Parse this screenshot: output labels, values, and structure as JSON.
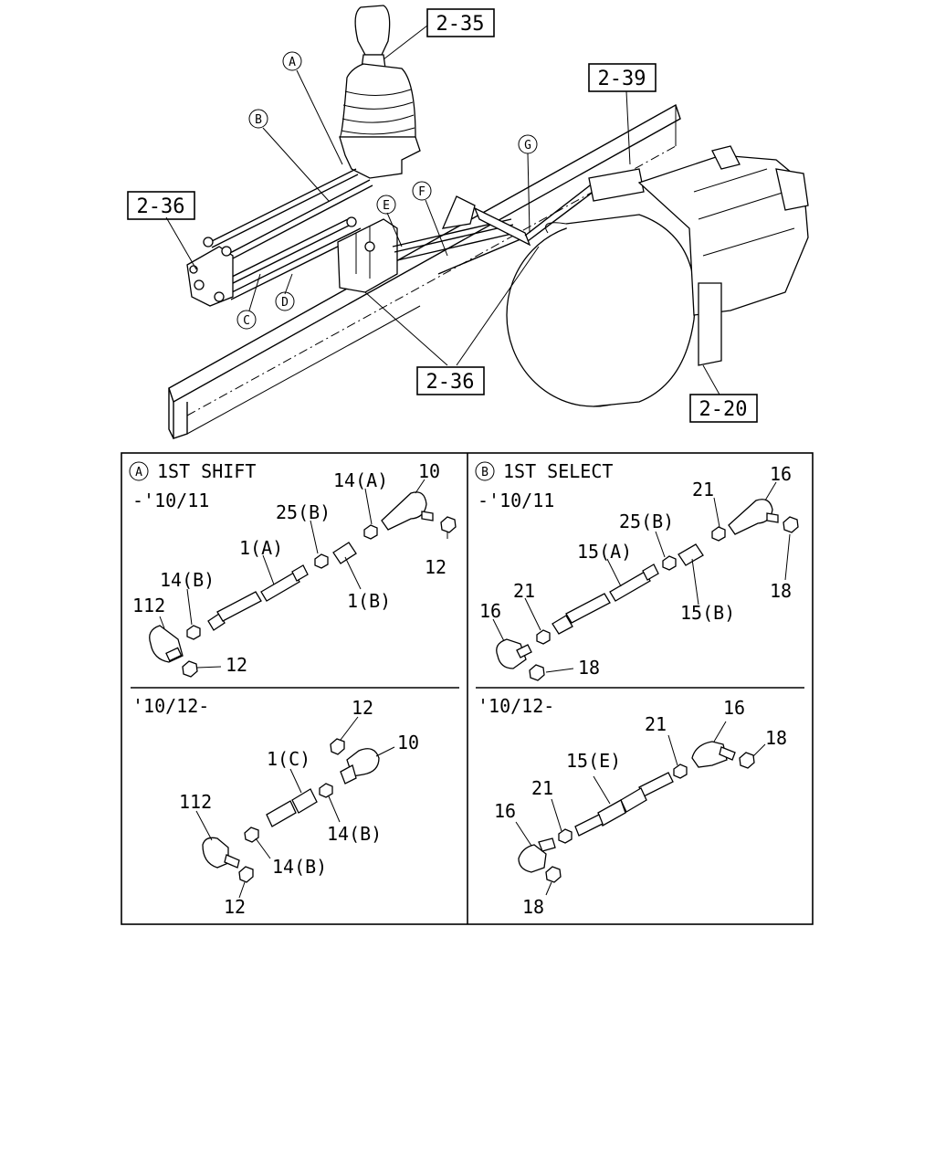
{
  "refs": {
    "r235": "2-35",
    "r239": "2-39",
    "r236a": "2-36",
    "r236b": "2-36",
    "r220": "2-20"
  },
  "callouts": {
    "a": "A",
    "b": "B",
    "c": "C",
    "d": "D",
    "e": "E",
    "f": "F",
    "g": "G"
  },
  "panel_a": {
    "circle": "A",
    "title": "1ST SHIFT",
    "upper": {
      "period": "-'10/11",
      "labels": [
        "14(A)",
        "10",
        "25(B)",
        "1(A)",
        "12",
        "1(B)",
        "14(B)",
        "112",
        "12"
      ]
    },
    "lower": {
      "period": "'10/12-",
      "labels": [
        "12",
        "10",
        "1(C)",
        "112",
        "14(B)",
        "14(B)",
        "12"
      ]
    }
  },
  "panel_b": {
    "circle": "B",
    "title": "1ST SELECT",
    "upper": {
      "period": "-'10/11",
      "labels": [
        "16",
        "21",
        "25(B)",
        "15(A)",
        "18",
        "21",
        "15(B)",
        "16",
        "18"
      ]
    },
    "lower": {
      "period": "'10/12-",
      "labels": [
        "16",
        "21",
        "18",
        "15(E)",
        "21",
        "16",
        "18"
      ]
    }
  }
}
